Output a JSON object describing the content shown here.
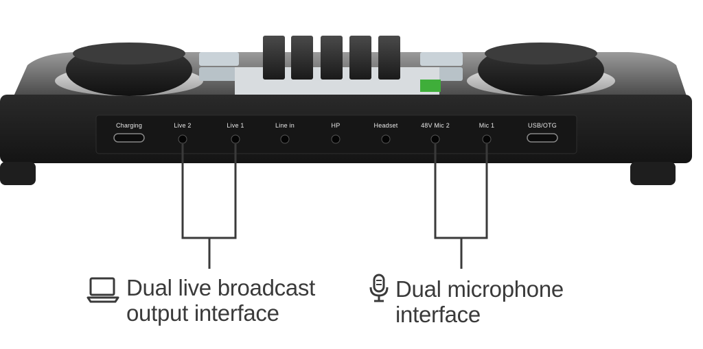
{
  "ports": [
    {
      "label": "Charging",
      "kind": "usb-c"
    },
    {
      "label": "Live 2",
      "kind": "jack"
    },
    {
      "label": "Live 1",
      "kind": "jack"
    },
    {
      "label": "Line in",
      "kind": "jack"
    },
    {
      "label": "HP",
      "kind": "jack"
    },
    {
      "label": "Headset",
      "kind": "jack"
    },
    {
      "label": "48V Mic 2",
      "kind": "jack"
    },
    {
      "label": "Mic 1",
      "kind": "jack"
    },
    {
      "label": "USB/OTG",
      "kind": "usb-c"
    }
  ],
  "callouts": {
    "broadcast": {
      "icon": "laptop-icon",
      "line1": "Dual live broadcast",
      "line2": "output interface"
    },
    "microphone": {
      "icon": "microphone-icon",
      "line1": "Dual microphone",
      "line2": "interface"
    }
  },
  "colors": {
    "device_body": "#1c1c1c",
    "fader_led": "#3fae3a",
    "connector_line": "#3a3a3a",
    "caption_text": "#3a3a3a"
  }
}
